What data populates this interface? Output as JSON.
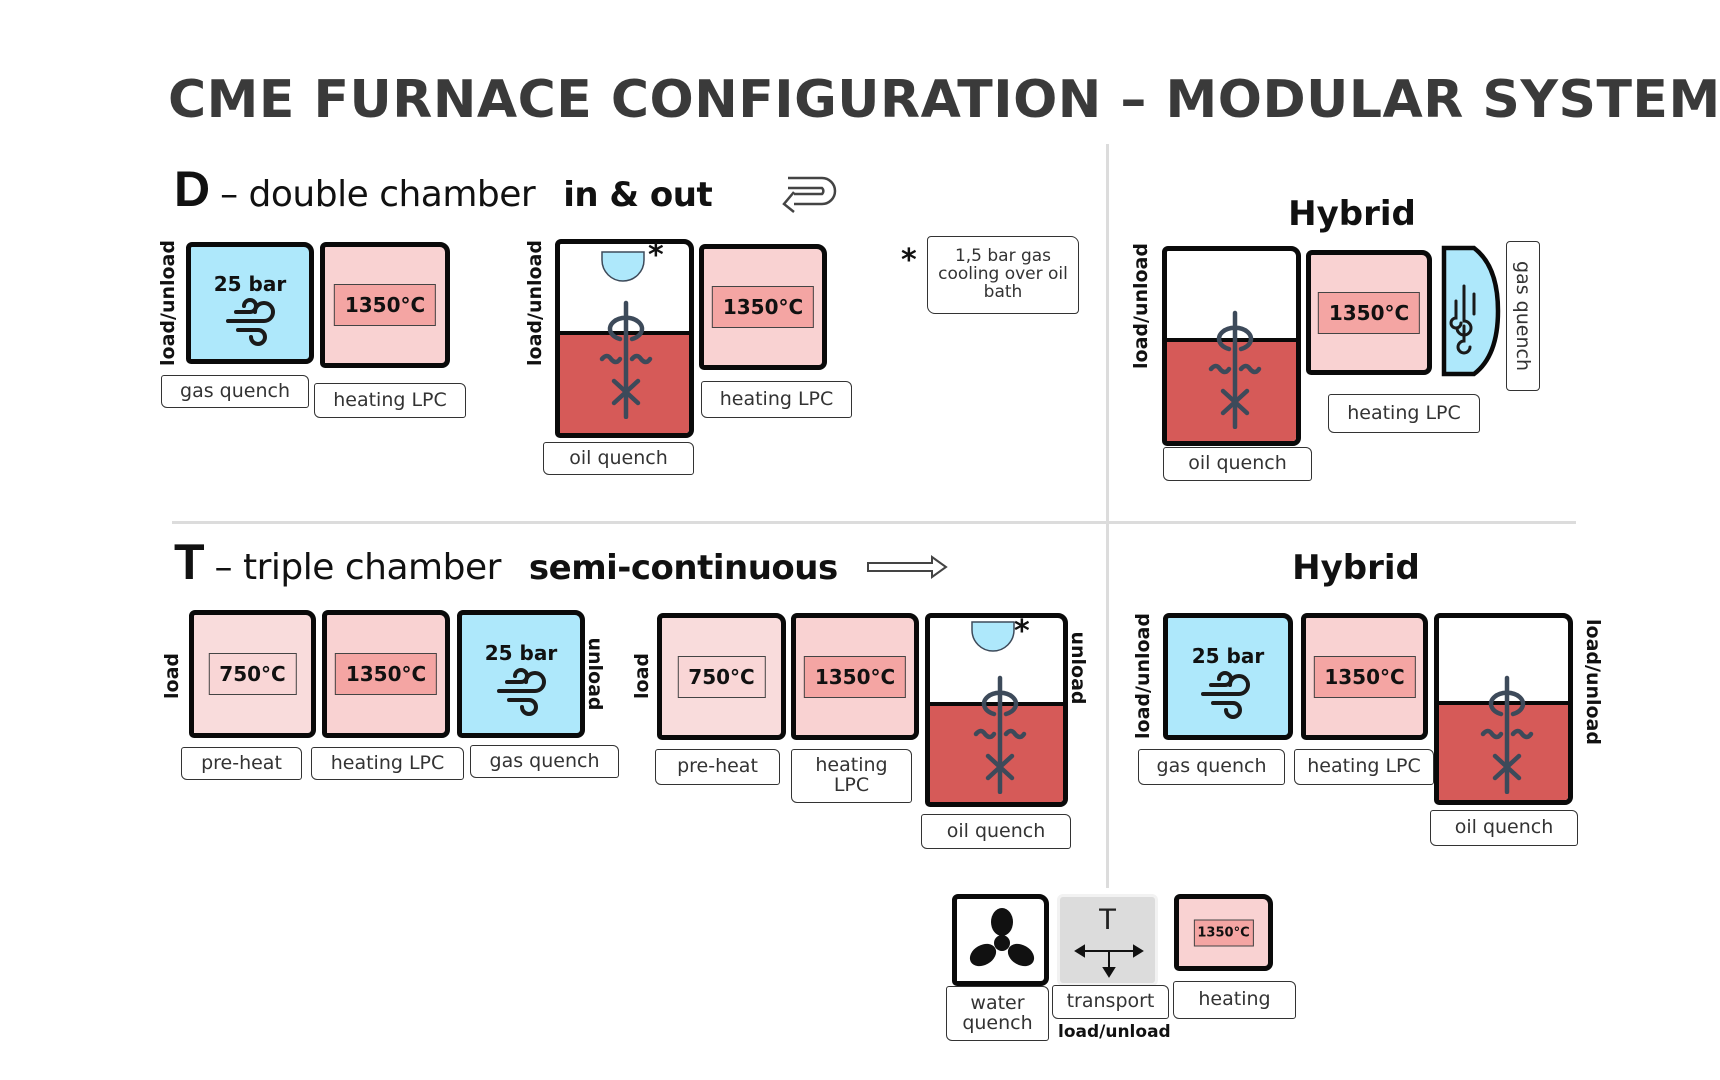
{
  "title": "CME FURNACE CONFIGURATION – MODULAR SYSTEM",
  "colors": {
    "gas_quench": "#aee8fb",
    "heating": "#f9d2d2",
    "temp_badge": "#f4a5a3",
    "oil": "#d65a58",
    "icon": "#3d4a5a",
    "divider": "#dcdcdc"
  },
  "section_d": {
    "letter": "D",
    "description": "– double chamber",
    "mode": "in & out",
    "mode_icon": "u-turn-arrow-icon",
    "config1": {
      "side_label": "load/unload",
      "chambers": [
        {
          "type": "gas quench",
          "pressure": "25 bar",
          "icon": "wind-icon",
          "label": "gas quench"
        },
        {
          "type": "heating",
          "temperature": "1350°C",
          "label": "heating LPC"
        }
      ]
    },
    "config2": {
      "side_label": "load/unload",
      "chambers": [
        {
          "type": "oil quench",
          "icon": "stirrer-icon",
          "footnote_marker": "*",
          "label": "oil quench"
        },
        {
          "type": "heating",
          "temperature": "1350°C",
          "label": "heating LPC"
        }
      ]
    },
    "footnote": {
      "marker": "*",
      "text": "1,5 bar gas cooling over oil bath"
    },
    "hybrid": {
      "title": "Hybrid",
      "side_label": "load/unload",
      "chambers": [
        {
          "type": "oil quench",
          "icon": "stirrer-icon",
          "label": "oil quench"
        },
        {
          "type": "heating",
          "temperature": "1350°C",
          "label": "heating LPC"
        },
        {
          "type": "gas quench",
          "icon": "wind-icon",
          "label": "gas quench"
        }
      ]
    }
  },
  "section_t": {
    "letter": "T",
    "description": "– triple chamber",
    "mode": "semi-continuous",
    "mode_icon": "right-arrow-icon",
    "config1": {
      "left_label": "load",
      "right_label": "unload",
      "chambers": [
        {
          "type": "pre-heat",
          "temperature": "750°C",
          "label": "pre-heat"
        },
        {
          "type": "heating",
          "temperature": "1350°C",
          "label": "heating LPC"
        },
        {
          "type": "gas quench",
          "pressure": "25 bar",
          "icon": "wind-icon",
          "label": "gas quench"
        }
      ]
    },
    "config2": {
      "left_label": "load",
      "right_label": "unload",
      "chambers": [
        {
          "type": "pre-heat",
          "temperature": "750°C",
          "label": "pre-heat"
        },
        {
          "type": "heating",
          "temperature": "1350°C",
          "label": "heating LPC"
        },
        {
          "type": "oil quench",
          "icon": "stirrer-icon",
          "footnote_marker": "*",
          "label": "oil quench"
        }
      ]
    },
    "hybrid": {
      "title": "Hybrid",
      "left_label": "load/unload",
      "right_label": "load/unload",
      "chambers": [
        {
          "type": "gas quench",
          "pressure": "25 bar",
          "icon": "wind-icon",
          "label": "gas quench"
        },
        {
          "type": "heating",
          "temperature": "1350°C",
          "label": "heating LPC"
        },
        {
          "type": "oil quench",
          "icon": "stirrer-icon",
          "label": "oil quench"
        }
      ]
    }
  },
  "legend": {
    "items": [
      {
        "icon": "propeller-icon",
        "label": "water quench"
      },
      {
        "icon": "transport-icon",
        "symbol": "T",
        "label": "transport",
        "sublabel": "load/unload"
      },
      {
        "icon": "heating-icon",
        "temperature": "1350°C",
        "label": "heating"
      }
    ]
  }
}
